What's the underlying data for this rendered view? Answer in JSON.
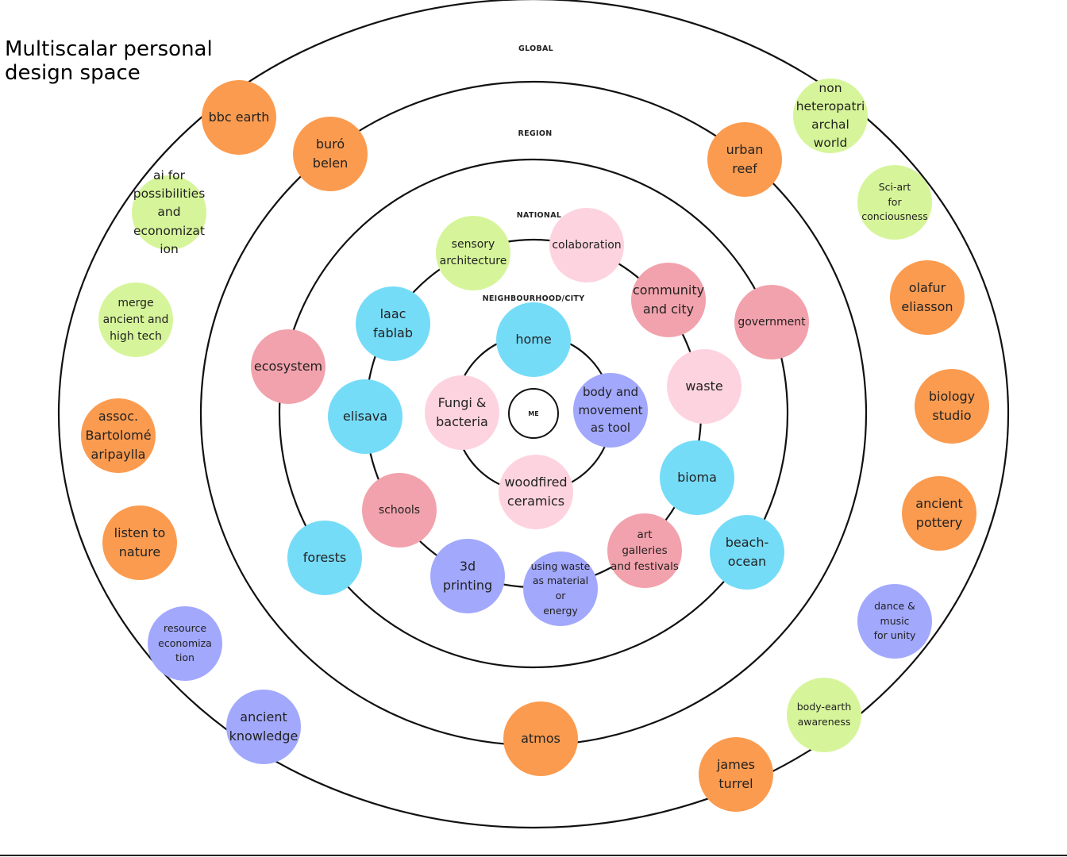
{
  "title": "Multiscalar personal\ndesign space",
  "center_label": "ME",
  "colors": {
    "orange": "#FB9B4F",
    "green": "#D6F59A",
    "pink": "#FDD3DF",
    "red": "#F2A2AC",
    "blue": "#75DCF8",
    "purple": "#A2A8FC"
  },
  "rings": [
    {
      "label": "NEIGHBOURHOOD/CITY"
    },
    {
      "label": "NATIONAL"
    },
    {
      "label": "REGION"
    },
    {
      "label": "GLOBAL"
    }
  ],
  "nodes": [
    {
      "id": "bbc-earth",
      "label": "bbc earth",
      "color": "orange"
    },
    {
      "id": "buro-belen",
      "label": "buró\nbelen",
      "color": "orange"
    },
    {
      "id": "ai-possibilities",
      "label": "ai for\npossibilities\nand\neconomizat\nion",
      "color": "green"
    },
    {
      "id": "merge-ancient",
      "label": "merge\nancient and\nhigh tech",
      "color": "green"
    },
    {
      "id": "assoc-bartolome",
      "label": "assoc.\nBartolomé\naripaylla",
      "color": "orange"
    },
    {
      "id": "listen-nature",
      "label": "listen to\nnature",
      "color": "orange"
    },
    {
      "id": "resource-economization",
      "label": "resource\neconomiza\ntion",
      "color": "purple"
    },
    {
      "id": "ancient-knowledge",
      "label": "ancient\nknowledge",
      "color": "purple"
    },
    {
      "id": "atmos",
      "label": "atmos",
      "color": "orange"
    },
    {
      "id": "james-turrel",
      "label": "james\nturrel",
      "color": "orange"
    },
    {
      "id": "body-earth",
      "label": "body-earth\nawareness",
      "color": "green"
    },
    {
      "id": "dance-music",
      "label": "dance &\nmusic\nfor unity",
      "color": "purple"
    },
    {
      "id": "ancient-pottery",
      "label": "ancient\npottery",
      "color": "orange"
    },
    {
      "id": "biology-studio",
      "label": "biology\nstudio",
      "color": "orange"
    },
    {
      "id": "olafur-eliasson",
      "label": "olafur\neliasson",
      "color": "orange"
    },
    {
      "id": "sci-art",
      "label": "Sci-art\nfor\nconciousness",
      "color": "green"
    },
    {
      "id": "non-heteropatriarchal",
      "label": "non\nheteropatri\narchal\nworld",
      "color": "green"
    },
    {
      "id": "urban-reef",
      "label": "urban\nreef",
      "color": "orange"
    },
    {
      "id": "government",
      "label": "government",
      "color": "red"
    },
    {
      "id": "ecosystem",
      "label": "ecosystem",
      "color": "red"
    },
    {
      "id": "forests",
      "label": "forests",
      "color": "blue"
    },
    {
      "id": "beach-ocean",
      "label": "beach-\nocean",
      "color": "blue"
    },
    {
      "id": "sensory-architecture",
      "label": "sensory\narchitecture",
      "color": "green"
    },
    {
      "id": "colaboration",
      "label": "colaboration",
      "color": "pink"
    },
    {
      "id": "community-city",
      "label": "community\nand city",
      "color": "red"
    },
    {
      "id": "laac-fablab",
      "label": "laac\nfablab",
      "color": "blue"
    },
    {
      "id": "elisava",
      "label": "elisava",
      "color": "blue"
    },
    {
      "id": "schools",
      "label": "schools",
      "color": "red"
    },
    {
      "id": "3d-printing",
      "label": "3d\nprinting",
      "color": "purple"
    },
    {
      "id": "using-waste",
      "label": "using waste\nas material or\nenergy",
      "color": "purple"
    },
    {
      "id": "art-galleries",
      "label": "art\ngalleries\nand festivals",
      "color": "red"
    },
    {
      "id": "bioma",
      "label": "bioma",
      "color": "blue"
    },
    {
      "id": "waste",
      "label": "waste",
      "color": "pink"
    },
    {
      "id": "home",
      "label": "home",
      "color": "blue"
    },
    {
      "id": "fungi-bacteria",
      "label": "Fungi &\nbacteria",
      "color": "pink"
    },
    {
      "id": "body-movement",
      "label": "body and\nmovement\nas tool",
      "color": "purple"
    },
    {
      "id": "woodfired-ceramics",
      "label": "woodfired\nceramics",
      "color": "pink"
    }
  ]
}
